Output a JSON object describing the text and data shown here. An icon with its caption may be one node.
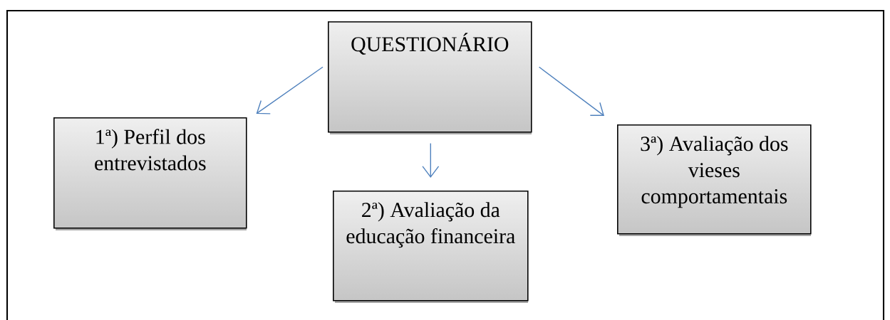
{
  "diagram": {
    "nodes": [
      {
        "text": [
          "QUESTIONÁRIO"
        ]
      },
      {
        "text": [
          "1ª) Perfil dos entrevistados"
        ]
      },
      {
        "text": [
          "2ª) Avaliação da educação financeira"
        ]
      },
      {
        "text": [
          "3ª) Avaliação dos vieses comportamentais"
        ]
      }
    ],
    "edges": [
      {
        "from": 0,
        "to": 1,
        "arrow": "to"
      },
      {
        "from": 0,
        "to": 2,
        "arrow": "to"
      },
      {
        "from": 0,
        "to": 3,
        "arrow": "to"
      }
    ]
  }
}
